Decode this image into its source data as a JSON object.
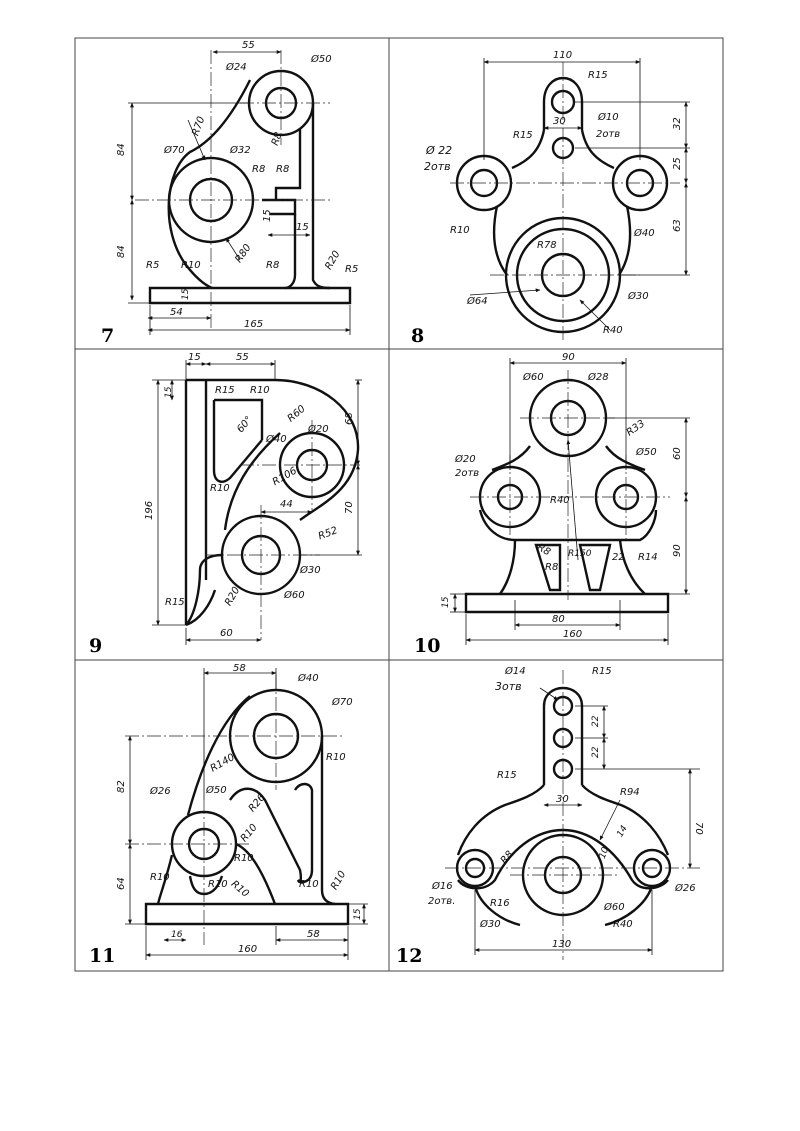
{
  "panels": [
    {
      "number": "7",
      "labels": [
        "55",
        "Ø24",
        "Ø50",
        "R70",
        "Ø70",
        "Ø32",
        "R8",
        "R8",
        "R8",
        "84",
        "84",
        "15",
        "15",
        "R5",
        "R10",
        "R80",
        "R8",
        "R20",
        "R5",
        "15",
        "54",
        "165"
      ]
    },
    {
      "number": "8",
      "labels": [
        "110",
        "R15",
        "Ø10",
        "2отв",
        "30",
        "R15",
        "Ø 22",
        "2отв",
        "32",
        "25",
        "R10",
        "Ø40",
        "63",
        "R78",
        "Ø64",
        "Ø30",
        "R40"
      ]
    },
    {
      "number": "9",
      "labels": [
        "15",
        "55",
        "15",
        "R15",
        "R10",
        "60°",
        "R60",
        "68",
        "Ø40",
        "Ø20",
        "196",
        "R10",
        "R106",
        "44",
        "70",
        "R52",
        "Ø30",
        "R15",
        "R20",
        "Ø60",
        "60"
      ]
    },
    {
      "number": "10",
      "labels": [
        "90",
        "Ø60",
        "Ø28",
        "R33",
        "Ø50",
        "Ø20",
        "2отв",
        "60",
        "R40",
        "R8",
        "R150",
        "22",
        "R14",
        "R8",
        "90",
        "15",
        "80",
        "160"
      ]
    },
    {
      "number": "11",
      "labels": [
        "58",
        "Ø40",
        "Ø70",
        "82",
        "R140",
        "R10",
        "Ø26",
        "Ø50",
        "R26",
        "R10",
        "R10",
        "64",
        "R10",
        "R10",
        "R10",
        "R10",
        "R10",
        "15",
        "16",
        "58",
        "160"
      ]
    },
    {
      "number": "12",
      "labels": [
        "Ø14",
        "3отв",
        "R15",
        "22",
        "22",
        "R15",
        "30",
        "R94",
        "70",
        "14",
        "10",
        "R8",
        "Ø16",
        "2отв.",
        "R16",
        "Ø30",
        "Ø60",
        "Ø26",
        "R40",
        "130"
      ]
    }
  ]
}
